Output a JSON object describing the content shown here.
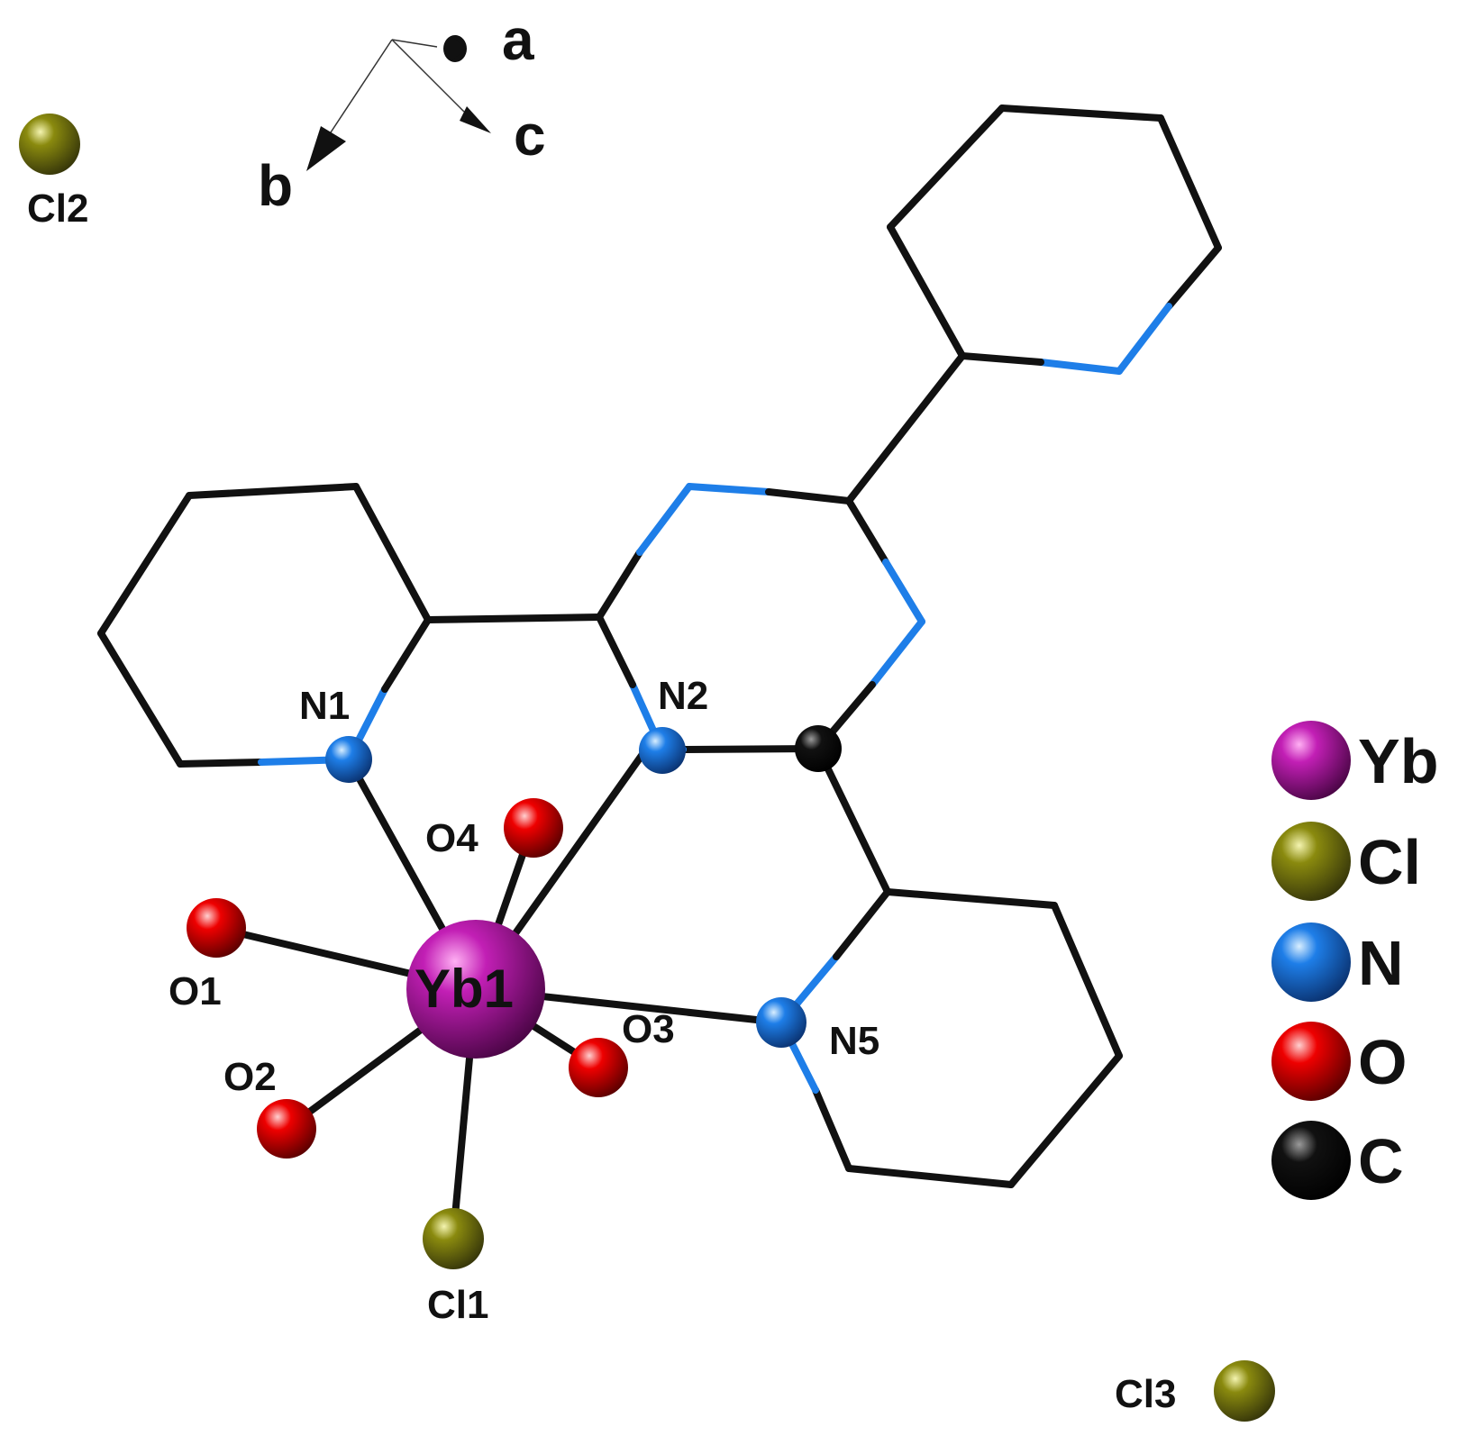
{
  "colors": {
    "Yb": "#c21fb5",
    "Cl": "#8a8a0e",
    "N": "#1e7ee8",
    "O": "#ee0000",
    "C": "#111111",
    "bond": "#111111"
  },
  "axes": {
    "a": "a",
    "b": "b",
    "c": "c"
  },
  "atoms": {
    "Yb1": "Yb1",
    "N1": "N1",
    "N2": "N2",
    "N5": "N5",
    "O1": "O1",
    "O2": "O2",
    "O3": "O3",
    "O4": "O4",
    "Cl1": "Cl1",
    "Cl2": "Cl2",
    "Cl3": "Cl3"
  },
  "legend": [
    {
      "label": "Yb",
      "element": "Yb"
    },
    {
      "label": "Cl",
      "element": "Cl"
    },
    {
      "label": "N",
      "element": "N"
    },
    {
      "label": "O",
      "element": "O"
    },
    {
      "label": "C",
      "element": "C"
    }
  ]
}
